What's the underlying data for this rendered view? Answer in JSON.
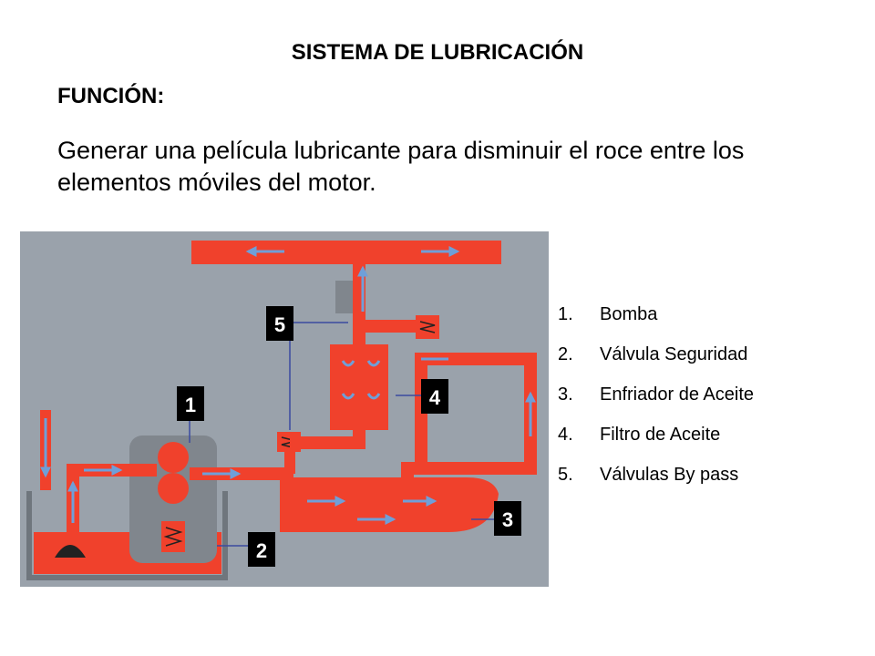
{
  "title": "SISTEMA DE LUBRICACIÓN",
  "subtitle": "FUNCIÓN:",
  "description": "Generar una película lubricante para disminuir el roce entre los elementos móviles del motor.",
  "diagram": {
    "labels": [
      "1",
      "2",
      "3",
      "4",
      "5"
    ]
  },
  "legend": {
    "items": [
      {
        "num": "1.",
        "text": "Bomba"
      },
      {
        "num": "2.",
        "text": "Válvula Seguridad"
      },
      {
        "num": "3.",
        "text": "Enfriador de Aceite"
      },
      {
        "num": "4.",
        "text": "Filtro de Aceite"
      },
      {
        "num": "5.",
        "text": "Válvulas By pass"
      }
    ]
  },
  "colors": {
    "oil": "#f0412c",
    "background": "#9aa2ab",
    "housing": "#80868d",
    "arrow": "#6f9fd8",
    "leader": "#3a4aa0"
  }
}
